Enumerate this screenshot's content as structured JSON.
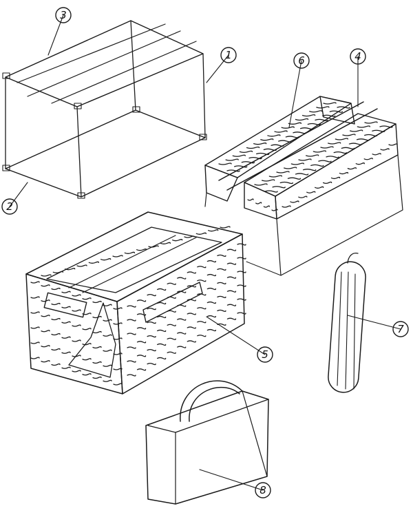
{
  "parts": [
    {
      "id": "frame-rod",
      "number": "1"
    },
    {
      "id": "bottom-panel",
      "number": "2"
    },
    {
      "id": "top-rods",
      "number": "3"
    },
    {
      "id": "cover-rods",
      "number": "4"
    },
    {
      "id": "assembled-woven-box",
      "number": "5"
    },
    {
      "id": "woven-top-cover",
      "number": "6"
    },
    {
      "id": "rolled-mat",
      "number": "7"
    },
    {
      "id": "carry-bag",
      "number": "8"
    }
  ],
  "colors": {
    "ink": "#1a1a1a",
    "paper": "#ffffff"
  }
}
